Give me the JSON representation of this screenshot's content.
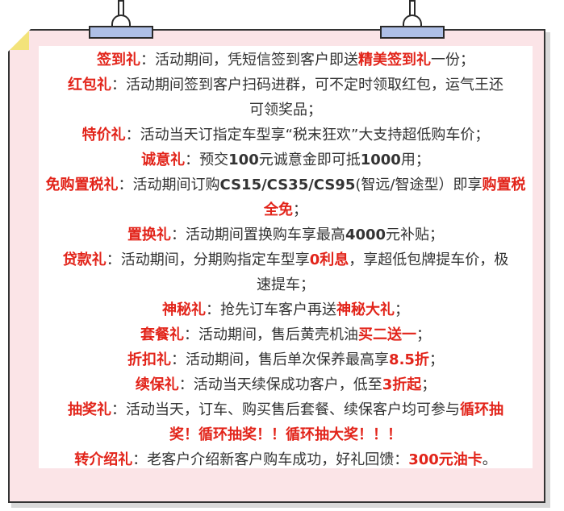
{
  "highlight_color": "#e2241a",
  "body_color": "#333333",
  "icons": [
    "binder-clip-icon",
    "binder-clip-icon"
  ],
  "lines": {
    "l1": {
      "a": "签到礼",
      "b": "：活动期间，凭短信签到客户即送",
      "c": "精美签到礼",
      "d": "一份；"
    },
    "l2": {
      "a": "红包礼",
      "b": "：活动期间签到客户扫码进群，可不定时领取红包，运气王还"
    },
    "l3": {
      "b": "可领奖品；"
    },
    "l4": {
      "a": "特价礼",
      "b": "：活动当天订指定车型享“税末狂欢”大支持超低购车价；"
    },
    "l5": {
      "a": "诚意礼",
      "b": "：预交",
      "c": "100",
      "d": "元诚意金即可抵",
      "e": "1000",
      "f": "用；"
    },
    "l6": {
      "a": "免购置税礼",
      "b": "：活动期间订购",
      "c": "CS15/CS35/CS95",
      "d": "(智远/智途型）即享",
      "e": "购置税"
    },
    "l7": {
      "a": "全免",
      "b": "；"
    },
    "l8": {
      "a": "置换礼",
      "b": "：活动期间置换购车享最高",
      "c": "4000",
      "d": "元补贴；"
    },
    "l9": {
      "a": "贷款礼",
      "b": "：活动期间，分期购指定车型享",
      "c": "0利息",
      "d": "，享超低包牌提车价，极"
    },
    "l10": {
      "b": "速提车；"
    },
    "l11": {
      "a": "神秘礼",
      "b": "：抢先订车客户再送",
      "c": "神秘大礼",
      "d": "；"
    },
    "l12": {
      "a": "套餐礼",
      "b": "：活动期间，售后黄壳机油",
      "c": "买二送一",
      "d": "；"
    },
    "l13": {
      "a": "折扣礼",
      "b": "：活动期间，售后单次保养最高享",
      "c": "8.5折",
      "d": "；"
    },
    "l14": {
      "a": "续保礼",
      "b": "：活动当天续保成功客户，低至",
      "c": "3折起",
      "d": "；"
    },
    "l15": {
      "a": "抽奖礼",
      "b": "：活动当天，订车、购买售后套餐、续保客户均可参与",
      "c": "循环抽"
    },
    "l16": {
      "a": "奖！循环抽奖！！循环抽大奖！！！"
    },
    "l17": {
      "a": "转介绍礼",
      "b": "：老客户介绍新客户购车成功，好礼回馈：",
      "c": "300元油卡",
      "d": "。"
    }
  }
}
